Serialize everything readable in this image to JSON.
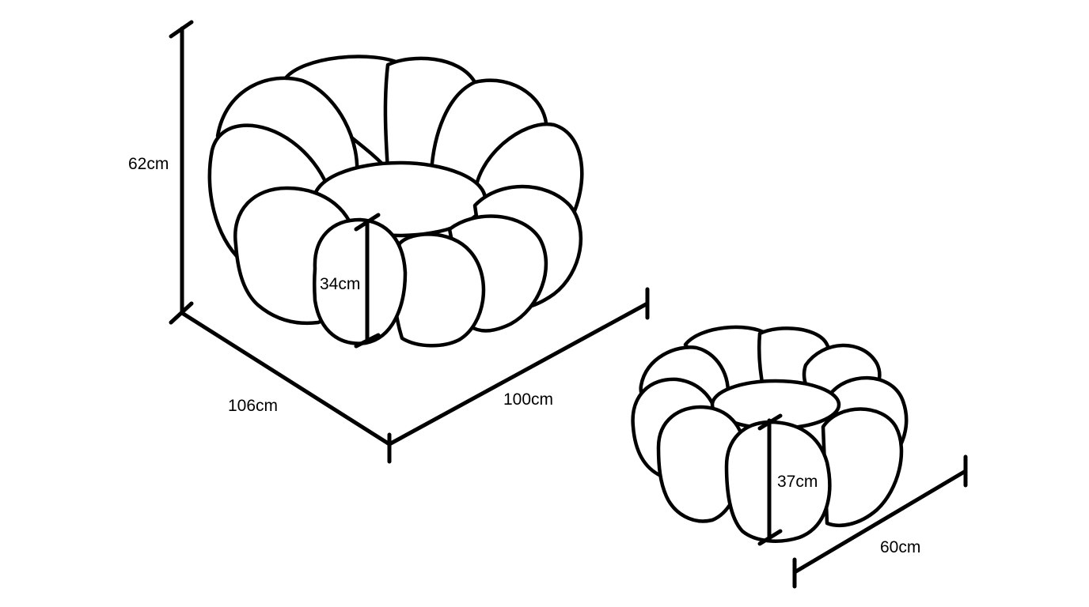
{
  "dimensions": {
    "chair_height": "62cm",
    "chair_depth": "106cm",
    "chair_width": "100cm",
    "chair_cushion_height": "34cm",
    "ottoman_height": "37cm",
    "ottoman_width": "60cm"
  },
  "colors": {
    "line": "#000000",
    "background": "#ffffff"
  }
}
